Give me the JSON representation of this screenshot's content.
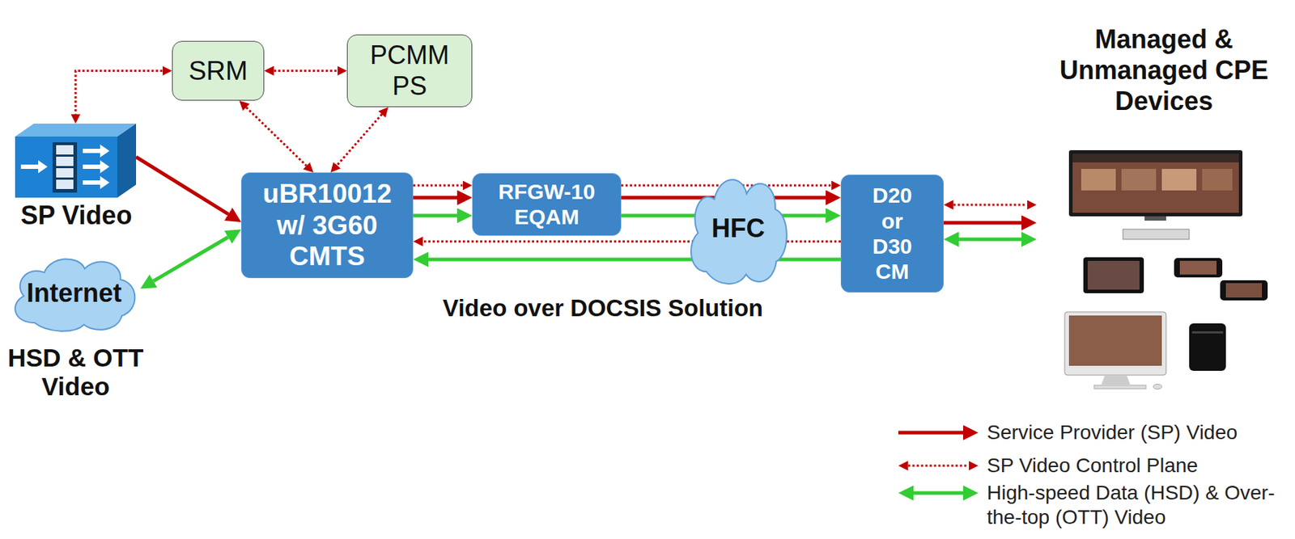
{
  "diagram": {
    "nodes": [
      {
        "text": [
          "SRM"
        ]
      },
      {
        "text": [
          "PCMM PS"
        ]
      },
      {
        "text": [
          "SP Video"
        ]
      },
      {
        "text": [
          "Internet",
          "HSD & OTT Video"
        ]
      },
      {
        "text": [
          "Video over DOCSIS Solution"
        ]
      },
      {
        "text": [
          "uBR10012 w/ 3G60 CMTS"
        ],
        "in": 4
      },
      {
        "text": [
          "RFGW-10 EQAM"
        ],
        "in": 4
      },
      {
        "text": [
          "HFC"
        ],
        "in": 4
      },
      {
        "text": [
          "D20 or D30 CM"
        ],
        "in": 4
      },
      {
        "text": [
          "Managed & Unmanaged CPE Devices"
        ]
      }
    ],
    "edges": [
      {
        "from": 0,
        "to": 2,
        "arrow": "both"
      },
      {
        "from": 0,
        "to": 1,
        "arrow": "both"
      },
      {
        "from": 0,
        "to": 5,
        "arrow": "both"
      },
      {
        "from": 1,
        "to": 5,
        "arrow": "both"
      },
      {
        "from": 2,
        "to": 5,
        "arrow": "to"
      },
      {
        "from": 3,
        "to": 5,
        "arrow": "both"
      },
      {
        "from": 5,
        "to": 6,
        "arrow": "to"
      },
      {
        "from": 5,
        "to": 6,
        "arrow": "to"
      },
      {
        "from": 5,
        "to": 6,
        "arrow": "to"
      },
      {
        "from": 6,
        "to": 8,
        "arrow": "to"
      },
      {
        "from": 6,
        "to": 8,
        "arrow": "to"
      },
      {
        "from": 6,
        "to": 8,
        "arrow": "to"
      },
      {
        "from": 8,
        "to": 5,
        "arrow": "to"
      },
      {
        "from": 8,
        "to": 5,
        "arrow": "to"
      },
      {
        "from": 8,
        "to": 9,
        "arrow": "both"
      },
      {
        "from": 8,
        "to": 9,
        "arrow": "to"
      },
      {
        "from": 8,
        "to": 9,
        "arrow": "both"
      }
    ],
    "legend": [
      {
        "text": "Service Provider (SP) Video"
      },
      {
        "text": "SP Video Control Plane"
      },
      {
        "text": "High-speed Data (HSD) & Over-the-top (OTT) Video"
      }
    ]
  }
}
